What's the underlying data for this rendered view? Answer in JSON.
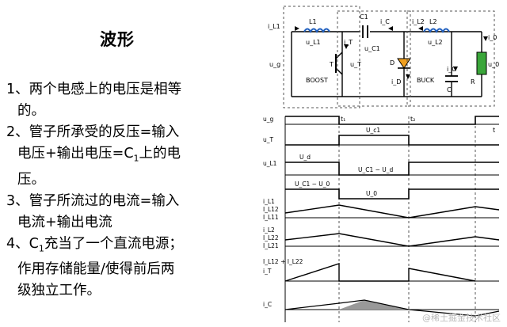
{
  "title": "波形",
  "bullets": [
    {
      "lines": [
        "1、两个电感上的电压是相等",
        "的。"
      ]
    },
    {
      "lines": [
        "2、管子所承受的反压=输入",
        "电压+输出电压=C",
        "上的电",
        "压。"
      ],
      "sub": "1"
    },
    {
      "lines": [
        "3、管子所流过的电流=输入",
        "电流+输出电流"
      ]
    },
    {
      "lines": [
        "4、C",
        "充当了一个直流电源；",
        "作用存储能量/使得前后两",
        "级独立工作。"
      ],
      "sub": "1"
    }
  ],
  "circuit": {
    "iL1": "i_L1",
    "L1": "L1",
    "uL1": "u_L1",
    "C1": "C1",
    "iC": "i_C",
    "uC1": "u_C1",
    "iL2": "i_L2",
    "L2": "L2",
    "uL2": "u_L2",
    "i0": "i_0",
    "iT": "i_T",
    "T": "T",
    "uT": "u_T",
    "D": "D",
    "iD": "i_D",
    "ug": "u_g",
    "boost": "BOOST",
    "buck": "BUCK",
    "iC2": "i_C",
    "C": "C",
    "R": "R",
    "u0": "u_0"
  },
  "waves": {
    "labels": [
      "u_g",
      "u_T",
      "u_L1",
      "i_L1",
      "I_L12",
      "I_L11",
      "i_L2",
      "I_L22",
      "I_L21",
      "I_L12 + I_L22",
      "i_T",
      "i_C"
    ],
    "markers": {
      "t1": "t₁",
      "t2": "t₂",
      "t": "t"
    },
    "annots": {
      "uc1": "U_c1",
      "ud": "U_d",
      "uc1ud": "U_C1 − U_d",
      "uc1u0": "U_C1 − U_0",
      "u0": "U_0"
    }
  },
  "watermark": "@稀土掘金技术社区"
}
